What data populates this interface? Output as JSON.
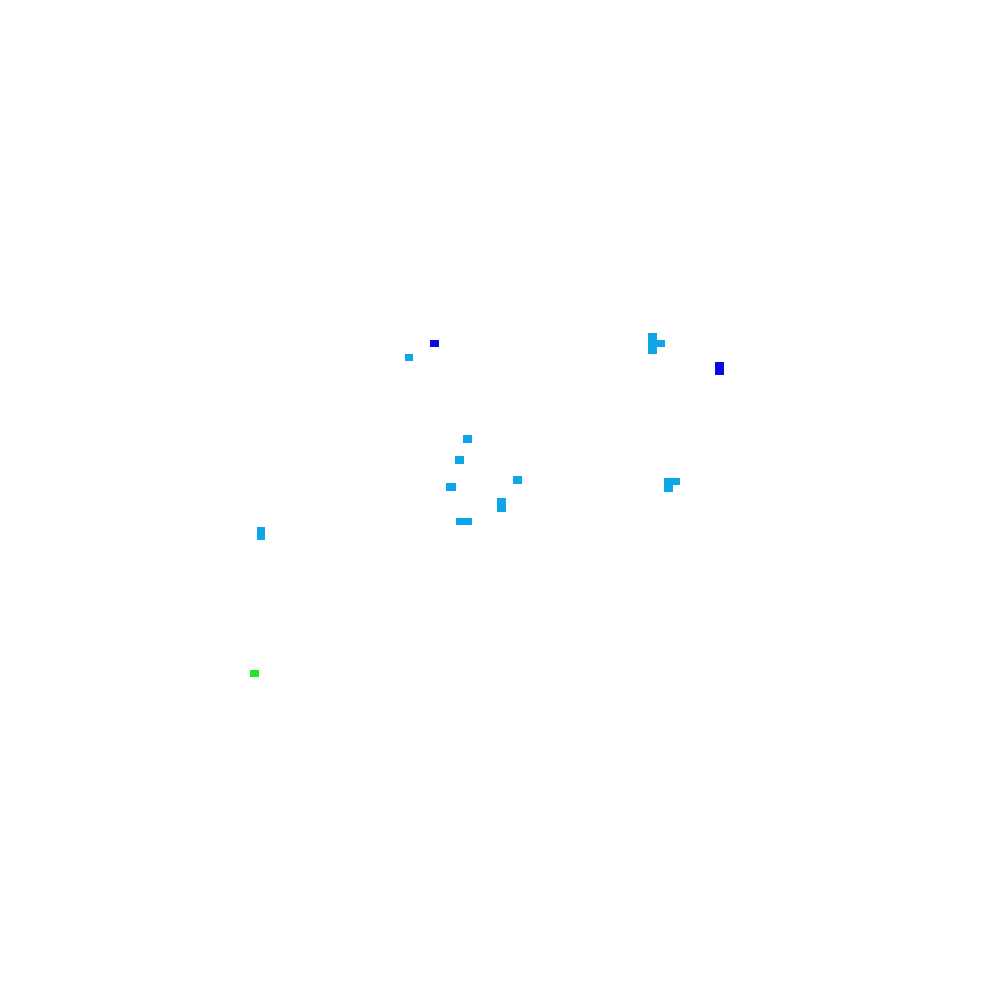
{
  "scene": {
    "background": "#ffffff",
    "palette": {
      "light_blue": "#0ea5e9",
      "blue": "#0a0ae6",
      "green": "#22e622"
    },
    "blob_colors": [
      "blue",
      "light_blue",
      "light_blue",
      "light_blue",
      "light_blue",
      "blue",
      "light_blue",
      "light_blue",
      "light_blue",
      "light_blue",
      "light_blue",
      "light_blue",
      "light_blue",
      "light_blue",
      "green"
    ]
  }
}
